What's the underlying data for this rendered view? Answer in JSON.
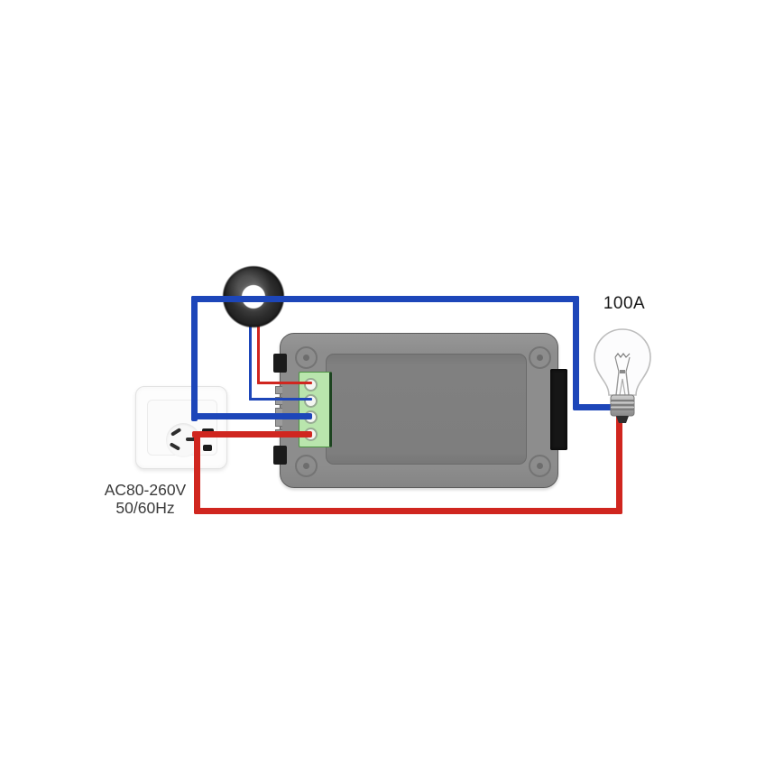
{
  "diagram": {
    "type": "wiring-diagram",
    "subject": "AC power meter hookup with CT coil, mains socket and lamp load",
    "labels": {
      "load_rating": "100A",
      "supply_voltage": "AC80-260V",
      "supply_frequency": "50/60Hz"
    },
    "components": [
      {
        "id": "ac-wall-socket",
        "caption": "AC80-260V 50/60Hz"
      },
      {
        "id": "current-transformer-coil",
        "caption": ""
      },
      {
        "id": "power-meter",
        "caption": ""
      },
      {
        "id": "terminal-block",
        "terminal_count": 4
      },
      {
        "id": "light-bulb-load",
        "caption": "100A"
      }
    ],
    "wiring": [
      {
        "wire": "blue-thick",
        "from": "socket-terminal-top",
        "path": "up, through CT coil, right, down",
        "to": "bulb-base-side"
      },
      {
        "wire": "blue-thick",
        "from": "socket-terminal-top",
        "to": "meter-terminal-3"
      },
      {
        "wire": "red-thick",
        "from": "socket-terminal-bottom",
        "to": "meter-terminal-4"
      },
      {
        "wire": "red-thick",
        "from": "socket-terminal-bottom",
        "path": "down, right along bottom, up",
        "to": "bulb-base-tip"
      },
      {
        "wire": "red-thin",
        "from": "ct-coil-secondary",
        "to": "meter-terminal-1"
      },
      {
        "wire": "blue-thin",
        "from": "ct-coil-secondary",
        "to": "meter-terminal-2"
      }
    ]
  },
  "colors": {
    "wire-blue": "#1d46b9",
    "wire-red": "#d0261f",
    "terminal-green": "#b9e5ad",
    "meter-body": "#8d8d8d",
    "meter-panel": "#7e7e7e",
    "ct-coil-black": "#2c2c2c"
  }
}
